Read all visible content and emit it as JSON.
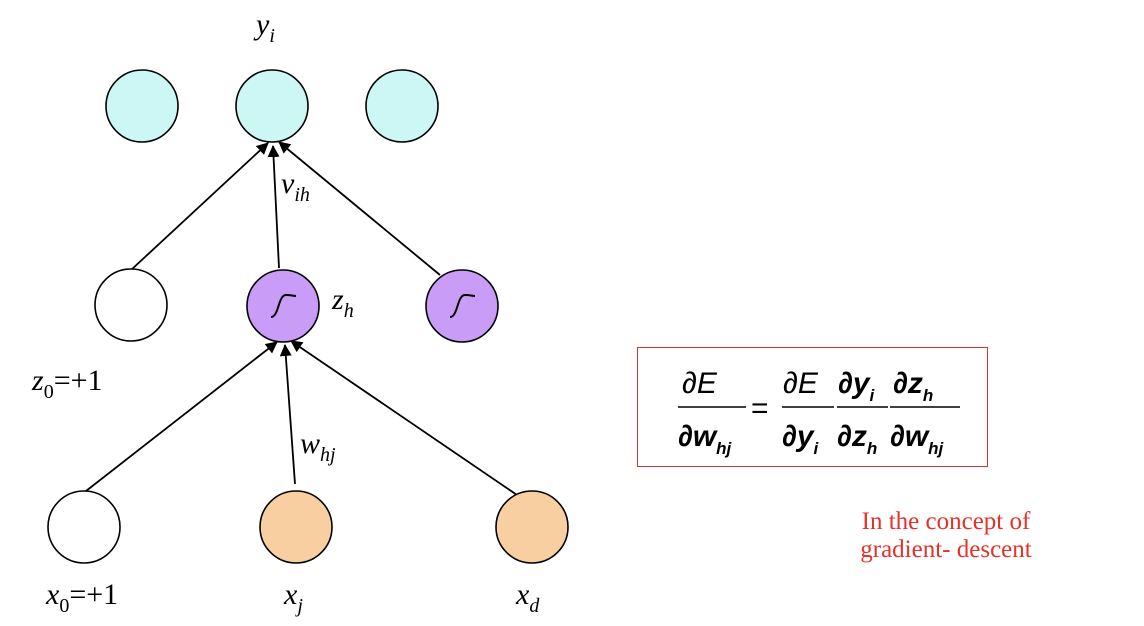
{
  "labels": {
    "y": "y",
    "y_sub": "i",
    "v": "v",
    "v_sub": "ih",
    "z": "z",
    "z_sub": "h",
    "z0": "z",
    "z0_sub": "0",
    "z0_rest": "=+1",
    "w": "w",
    "w_sub": "hj",
    "x0": "x",
    "x0_sub": "0",
    "x0_rest": "=+1",
    "xj": "x",
    "xj_sub": "j",
    "xd": "x",
    "xd_sub": "d"
  },
  "formula": {
    "lhs_num": "∂E",
    "lhs_den": "∂w",
    "lhs_den_sub": "hj",
    "equals": "=",
    "f1_num": "∂E",
    "f1_den": "∂y",
    "f1_den_sub": "i",
    "f2_num": "∂y",
    "f2_num_sub": "i",
    "f2_den": "∂z",
    "f2_den_sub": "h",
    "f3_num": "∂z",
    "f3_num_sub": "h",
    "f3_den": "∂w",
    "f3_den_sub": "hj"
  },
  "note": {
    "line1": "In the concept of",
    "line2": "gradient- descent"
  },
  "colors": {
    "output_fill": "#ccf7f5",
    "hidden_fill": "#c89cf7",
    "input_fill": "#f7cfa0",
    "bias_fill": "#ffffff",
    "accent_red": "#e4322b"
  }
}
